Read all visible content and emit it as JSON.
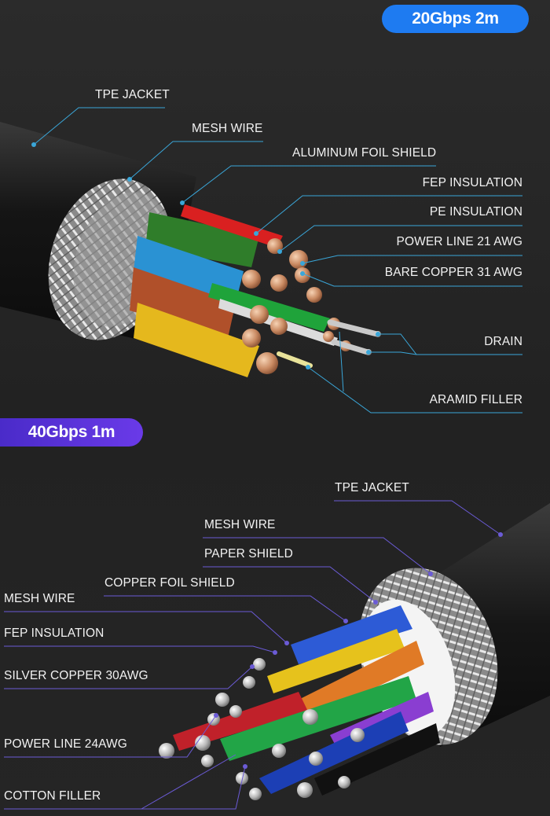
{
  "badges": {
    "top": "20Gbps 2m",
    "bottom": "40Gbps 1m"
  },
  "colors": {
    "top_badge": "#1e7bf1",
    "bottom_badge": "#5b33d9",
    "top_leader": "#3aa6d8",
    "bottom_leader": "#6b5bd6"
  },
  "top_labels": [
    "TPE JACKET",
    "MESH WIRE",
    "ALUMINUM FOIL SHIELD",
    "FEP INSULATION",
    "PE INSULATION",
    "POWER LINE 21 AWG",
    "BARE COPPER 31 AWG",
    "DRAIN",
    "ARAMID FILLER"
  ],
  "bottom_labels": [
    "TPE JACKET",
    "MESH WIRE",
    "PAPER SHIELD",
    "COPPER FOIL SHIELD",
    "MESH WIRE",
    "FEP INSULATION",
    "SILVER COPPER 30AWG",
    "POWER LINE 24AWG",
    "COTTON FILLER"
  ]
}
